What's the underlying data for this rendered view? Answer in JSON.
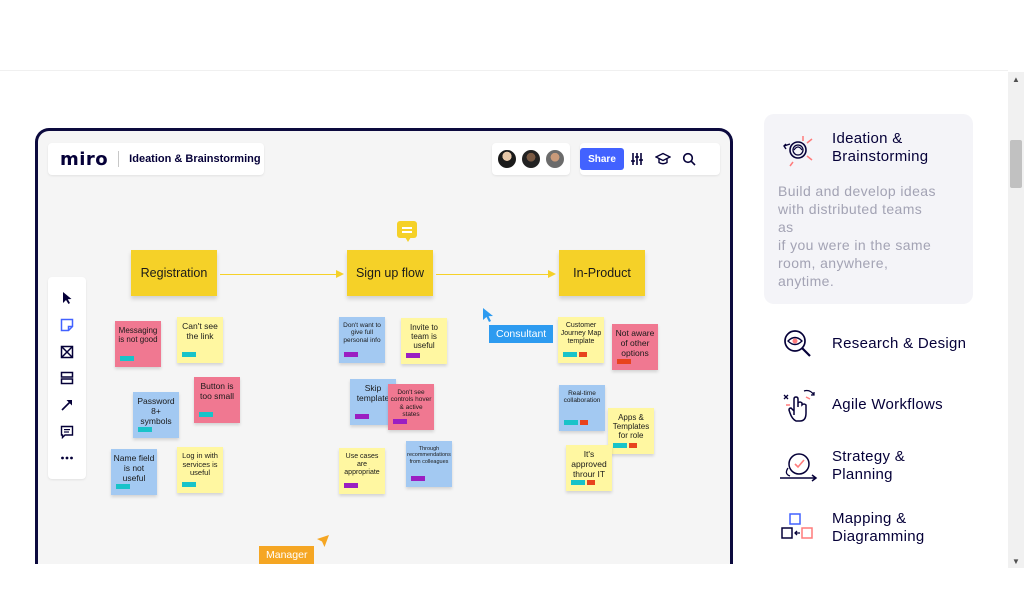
{
  "board": {
    "logo": "miro",
    "title": "Ideation & Brainstorming",
    "share_label": "Share",
    "flow": [
      "Registration",
      "Sign up flow",
      "In-Product"
    ],
    "stickies": [
      {
        "text": "Messaging is not good",
        "color": "pink"
      },
      {
        "text": "Can't see the link",
        "color": "yellow"
      },
      {
        "text": "Password 8+ symbols",
        "color": "blue"
      },
      {
        "text": "Button is too small",
        "color": "pink"
      },
      {
        "text": "Name field is not useful",
        "color": "blue"
      },
      {
        "text": "Log in with services is useful",
        "color": "yellow"
      },
      {
        "text": "Don't want to give full personal info",
        "color": "blue"
      },
      {
        "text": "Invite to team is useful",
        "color": "yellow"
      },
      {
        "text": "Skip template",
        "color": "blue"
      },
      {
        "text": "Don't see controls hover & active states",
        "color": "pink"
      },
      {
        "text": "Use cases are appropriate",
        "color": "yellow"
      },
      {
        "text": "Through recommendations from colleagues",
        "color": "blue"
      },
      {
        "text": "Customer Journey Map template",
        "color": "yellow"
      },
      {
        "text": "Not aware of other options",
        "color": "pink"
      },
      {
        "text": "Real-time collaboration",
        "color": "blue"
      },
      {
        "text": "Apps & Templates for role",
        "color": "yellow"
      },
      {
        "text": "It's approved throur IT",
        "color": "yellow"
      }
    ],
    "cursors": {
      "consultant": "Consultant",
      "manager": "Manager"
    },
    "colors": {
      "pink": "#f07891",
      "yellow": "#fff7a1",
      "blue": "#a3c9f2",
      "flow": "#f5d128",
      "share": "#4262ff",
      "frame": "#0c0a3e"
    }
  },
  "panel": {
    "active": {
      "label_line1": "Ideation &",
      "label_line2": "Brainstorming",
      "desc_lines": [
        "Build and develop ideas",
        "with distributed teams",
        "as",
        "if you were in the same",
        "room, anywhere,",
        "anytime."
      ]
    },
    "items": [
      {
        "label_line1": "Research & Design",
        "label_line2": "",
        "icon": "magnifier-eye-icon"
      },
      {
        "label_line1": "Agile Workflows",
        "label_line2": "",
        "icon": "hand-pointer-icon"
      },
      {
        "label_line1": "Strategy &",
        "label_line2": "Planning",
        "icon": "strategy-cycle-icon"
      },
      {
        "label_line1": "Mapping &",
        "label_line2": "Diagramming",
        "icon": "shapes-diagram-icon"
      }
    ]
  }
}
